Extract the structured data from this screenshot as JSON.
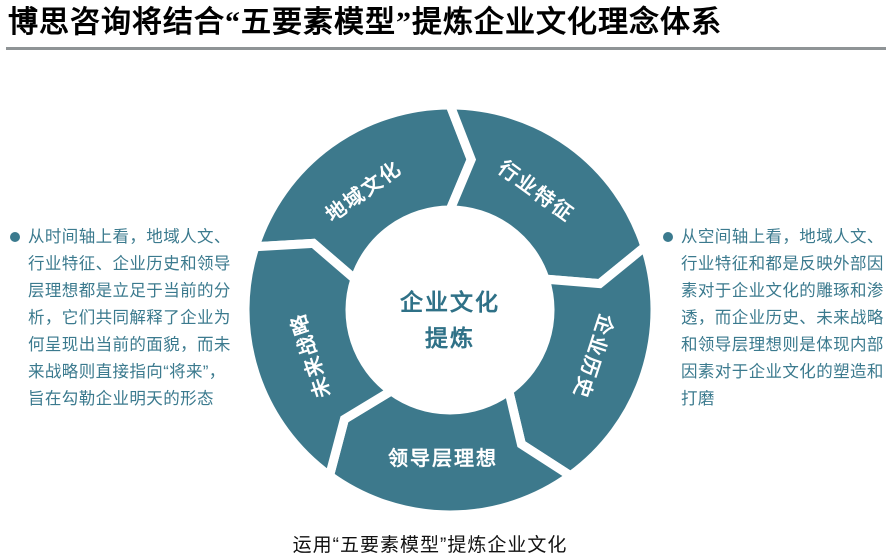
{
  "header": {
    "title": "博思咨询将结合“五要素模型”提炼企业文化理念体系"
  },
  "diagram": {
    "type": "segmented-cycle",
    "ring_color": "#3D798C",
    "label_color": "#FFFFFF",
    "center_text_color": "#2F7187",
    "center": {
      "line1": "企业文化",
      "line2": "提炼"
    },
    "segments": [
      {
        "label": "地域文化"
      },
      {
        "label": "行业特征"
      },
      {
        "label": "企业历史"
      },
      {
        "label": "领导层理想"
      },
      {
        "label": "未来战略"
      }
    ]
  },
  "notes": {
    "left": {
      "text": "从时间轴上看，地域人文、\n行业特征、企业历史和领导\n层理想都是立足于当前的分\n析，它们共同解释了企业为\n何呈现出当前的面貌，而未\n来战略则直接指向“将来”，\n旨在勾勒企业明天的形态"
    },
    "right": {
      "text": "从空间轴上看，地域人文、\n行业特征和都是反映外部因\n素对于企业文化的雕琢和渗\n透，而企业历史、未来战略\n和领导层理想则是体现内部\n因素对于企业文化的塑造和\n打磨"
    }
  },
  "caption": "运用“五要素模型”提炼企业文化"
}
